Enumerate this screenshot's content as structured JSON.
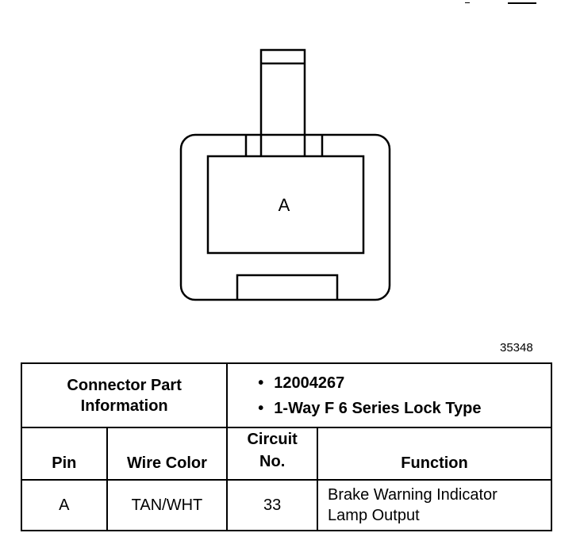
{
  "diagram": {
    "cavity_label": "A",
    "figure_number": "35348"
  },
  "table": {
    "part_info_label_line1": "Connector Part",
    "part_info_label_line2": "Information",
    "part_items": [
      {
        "bullet": "•",
        "text": "12004267"
      },
      {
        "bullet": "•",
        "text": "1-Way F 6 Series Lock Type"
      }
    ],
    "headers": {
      "pin": "Pin",
      "wire_color": "Wire Color",
      "circuit_line1": "Circuit",
      "circuit_line2": "No.",
      "function": "Function"
    },
    "rows": [
      {
        "pin": "A",
        "wire_color": "TAN/WHT",
        "circuit": "33",
        "function_line1": "Brake Warning Indicator",
        "function_line2": "Lamp Output"
      }
    ]
  }
}
